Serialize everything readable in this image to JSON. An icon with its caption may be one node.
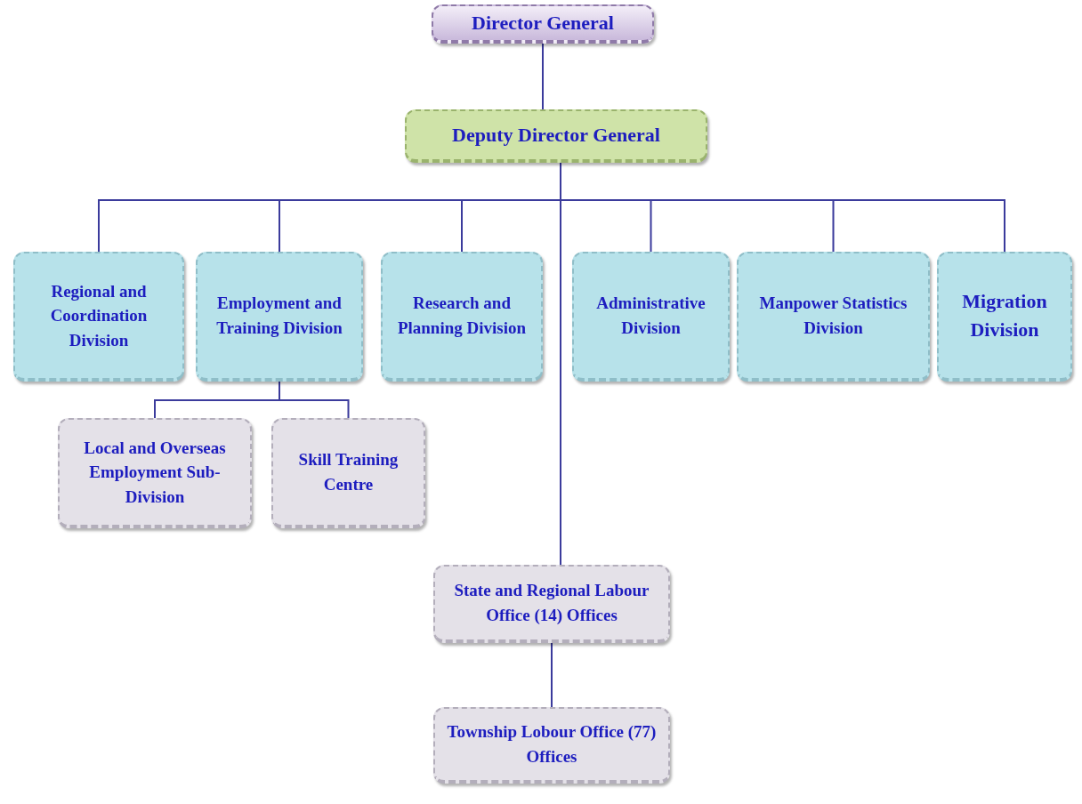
{
  "diagram": {
    "nodes": [
      {
        "text": [
          "Director General"
        ]
      },
      {
        "text": [
          "Deputy Director General"
        ]
      },
      {
        "text": [
          "Regional and Coordination Division"
        ]
      },
      {
        "text": [
          "Employment and Training Division"
        ]
      },
      {
        "text": [
          "Research and Planning Division"
        ]
      },
      {
        "text": [
          "Administrative Division"
        ]
      },
      {
        "text": [
          "Manpower Statistics Division"
        ]
      },
      {
        "text": [
          "Migration Division"
        ]
      },
      {
        "text": [
          "Local and Overseas Employment Sub-Division"
        ]
      },
      {
        "text": [
          "Skill Training Centre"
        ]
      },
      {
        "text": [
          "State and Regional Labour Office (14) Offices"
        ]
      },
      {
        "text": [
          "Township Lobour Office (77) Offices"
        ]
      }
    ],
    "edges": [
      {
        "from": 0,
        "to": 1,
        "arrow": "none"
      },
      {
        "from": 1,
        "to": 2,
        "arrow": "none"
      },
      {
        "from": 1,
        "to": 3,
        "arrow": "none"
      },
      {
        "from": 1,
        "to": 4,
        "arrow": "none"
      },
      {
        "from": 1,
        "to": 5,
        "arrow": "none"
      },
      {
        "from": 1,
        "to": 6,
        "arrow": "none"
      },
      {
        "from": 1,
        "to": 7,
        "arrow": "none"
      },
      {
        "from": 1,
        "to": 10,
        "arrow": "none"
      },
      {
        "from": 3,
        "to": 8,
        "arrow": "none"
      },
      {
        "from": 3,
        "to": 9,
        "arrow": "none"
      },
      {
        "from": 10,
        "to": 11,
        "arrow": "none"
      }
    ]
  }
}
